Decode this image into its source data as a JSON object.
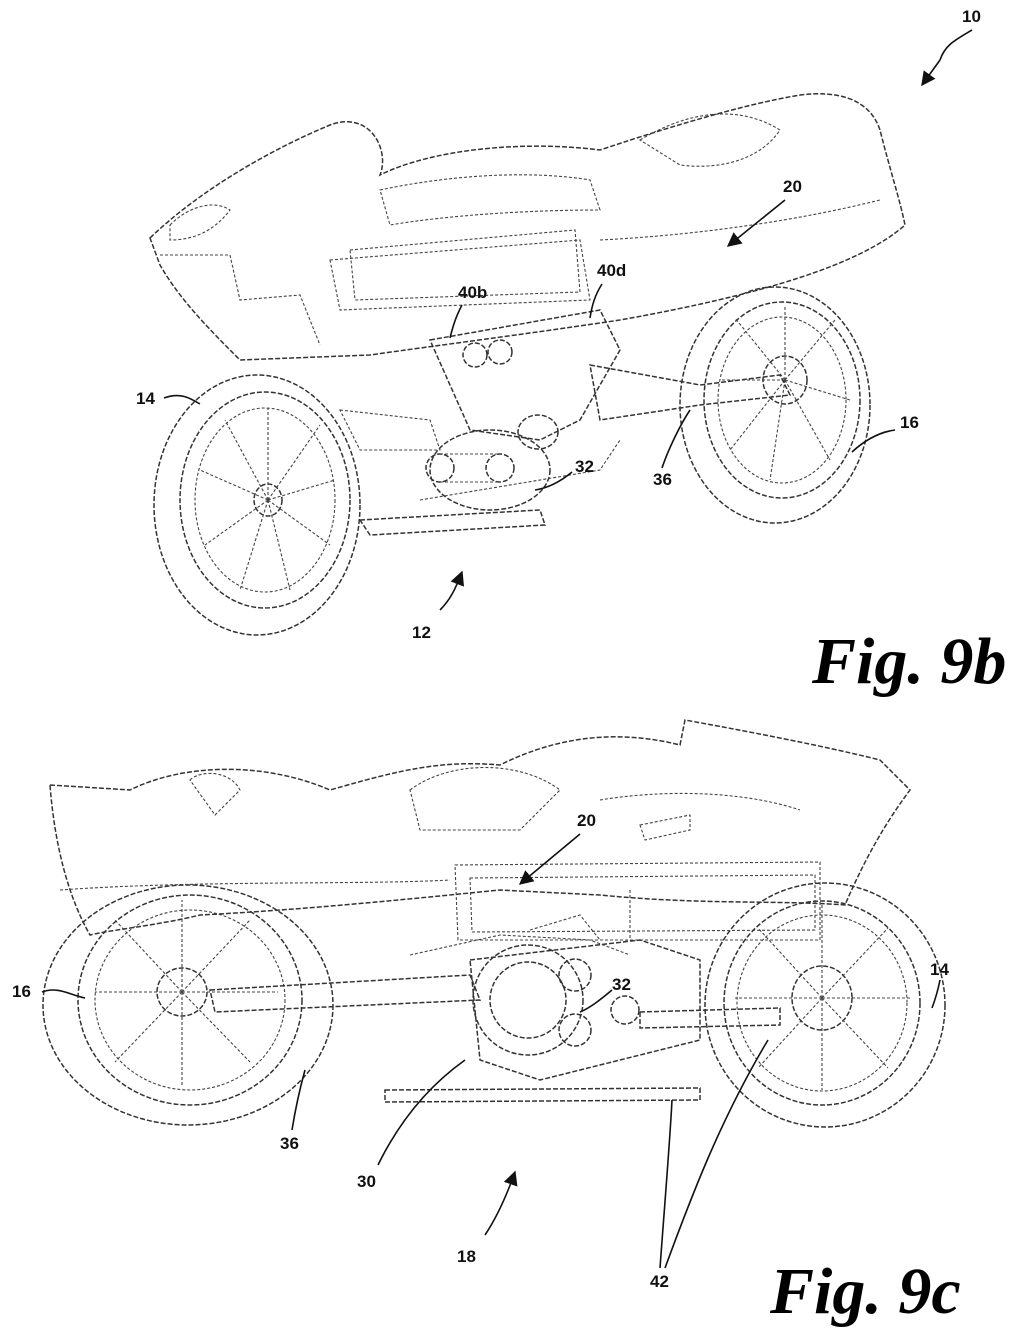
{
  "figures": [
    {
      "title": "Fig. 9b",
      "labels": {
        "vehicle": "10",
        "battery": "20",
        "mount_b": "40b",
        "mount_d": "40d",
        "front_wheel": "14",
        "rear_wheel": "16",
        "swingarm": "36",
        "motor": "32",
        "frame": "12"
      }
    },
    {
      "title": "Fig. 9c",
      "labels": {
        "battery": "20",
        "rear_wheel": "16",
        "front_wheel": "14",
        "motor": "32",
        "swingarm": "36",
        "subframe": "30",
        "chassis": "18",
        "links": "42"
      }
    }
  ]
}
